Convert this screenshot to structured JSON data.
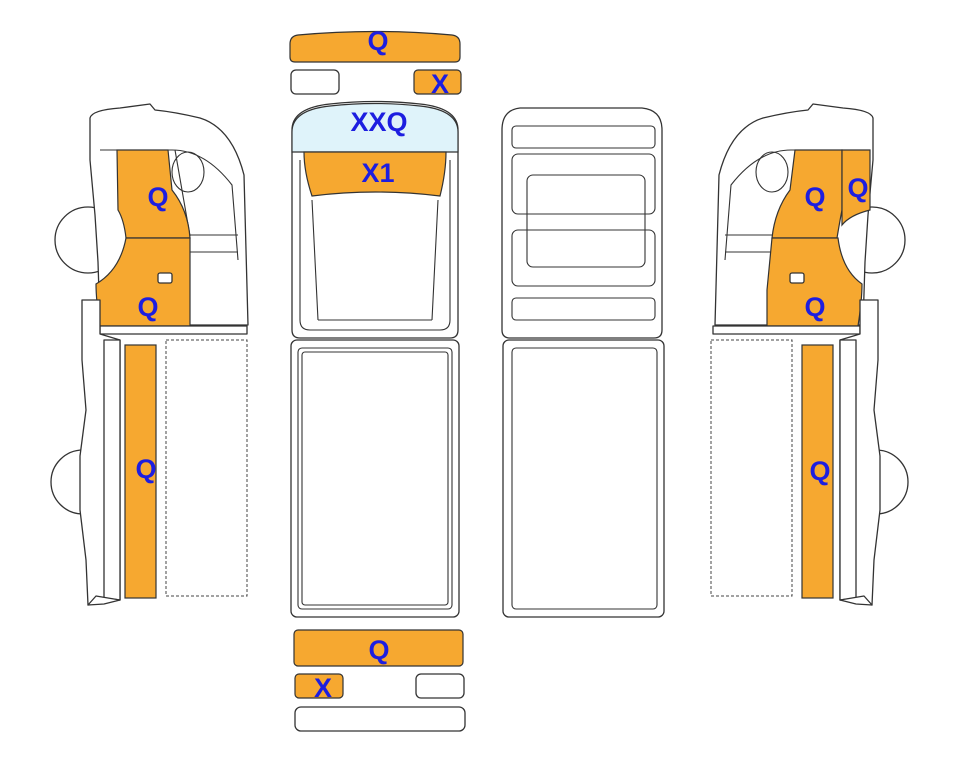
{
  "colors": {
    "marked_panel": "#f6a830",
    "windshield": "#dff3fa",
    "label": "#1d1ee0"
  },
  "labels": {
    "roof_spoiler": "Q",
    "front_lamp_right": "X",
    "windshield": "XXQ",
    "hood": "X1",
    "left_door_upper": "Q",
    "left_door_lower": "Q",
    "left_side_long": "Q",
    "right_door_upper": "Q",
    "right_door_corner": "Q",
    "right_door_lower": "Q",
    "right_side_long": "Q",
    "rear_bumper": "Q",
    "rear_lamp_left": "X"
  }
}
